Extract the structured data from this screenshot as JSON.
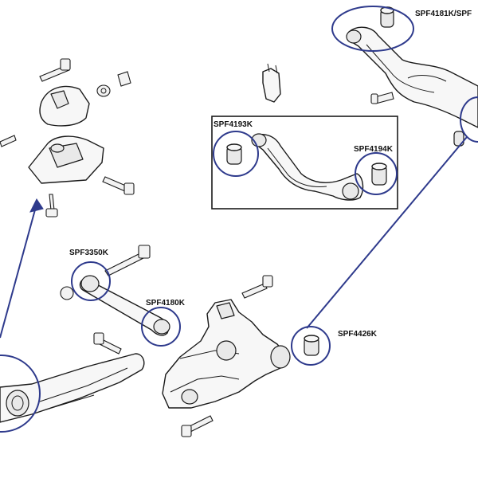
{
  "labels": {
    "spf4181": "SPF4181K/SPF",
    "spf4193": "SPF4193K",
    "spf4194": "SPF4194K",
    "spf3350": "SPF3350K",
    "spf4180": "SPF4180K",
    "spf4426": "SPF4426K"
  },
  "colors": {
    "highlight": "#2e3a8c",
    "outline": "#1a1a1a"
  }
}
